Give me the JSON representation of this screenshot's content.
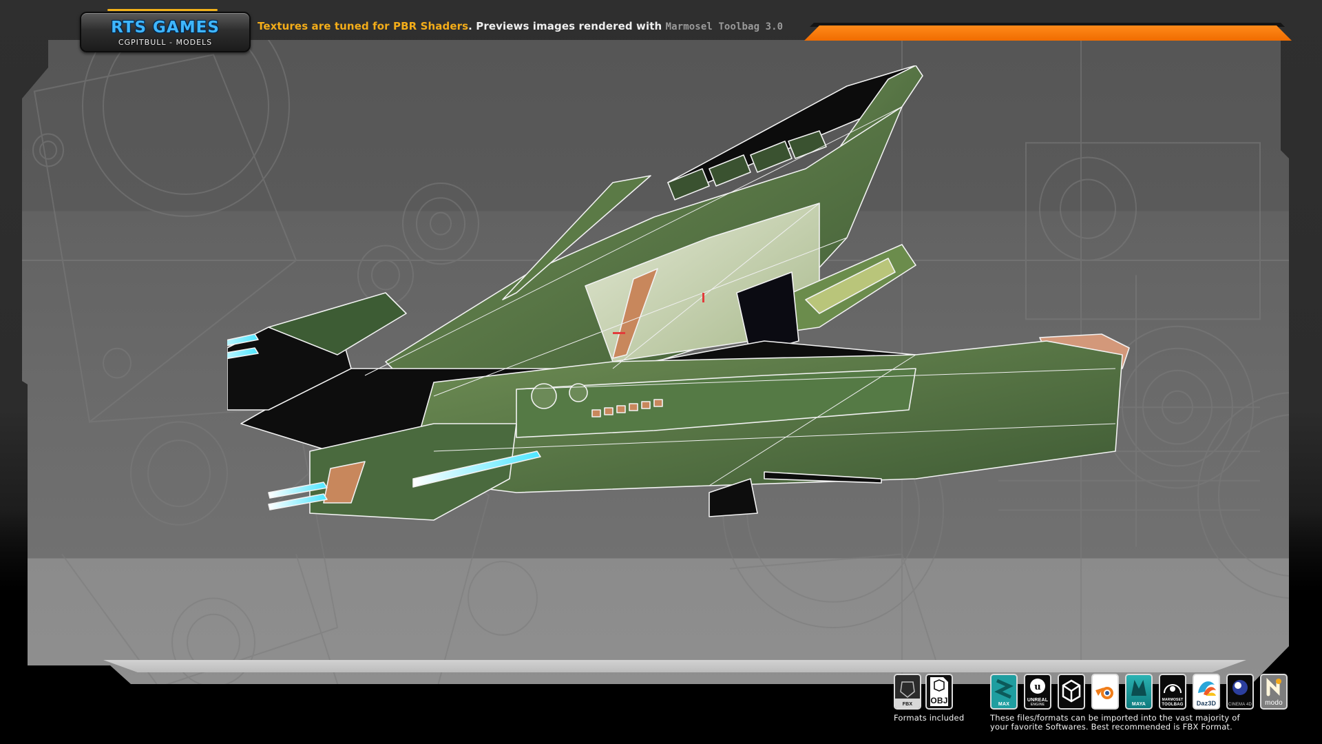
{
  "header": {
    "logo": {
      "title": "RTS GAMES",
      "subtitle": "CGPITBULL - MODELS"
    },
    "tagline": {
      "highlight": "Textures are tuned for PBR Shaders",
      "middle": ". Previews images rendered with ",
      "renderer": "Marmosel Toolbag 3.0"
    }
  },
  "colors": {
    "accent_orange": "#f47300",
    "highlight_yellow": "#f4ad19",
    "logo_blue": "#3fb6ff",
    "panel_gray": "#5a5a5a",
    "ship_green": "#4d6b3f",
    "ship_light": "#c9d3b6",
    "ship_copper": "#c8875c",
    "thruster_cyan": "#7ef7ff"
  },
  "preview": {
    "subject": "green sci-fi RTS spaceship with wireframe overlay"
  },
  "formats": {
    "items": [
      {
        "name": "fbx-format",
        "label": "FBX"
      },
      {
        "name": "obj-format",
        "label": "OBJ"
      }
    ],
    "caption": "Formats included"
  },
  "software": {
    "items": [
      {
        "name": "3ds-max",
        "label": "MAX"
      },
      {
        "name": "unreal-engine",
        "label": "UNREAL",
        "sublabel": "ENGINE"
      },
      {
        "name": "unity",
        "label": ""
      },
      {
        "name": "blender",
        "label": ""
      },
      {
        "name": "maya",
        "label": "MAYA"
      },
      {
        "name": "marmoset-toolbag",
        "label": "MARMOSET",
        "sublabel": "TOOLBAG"
      },
      {
        "name": "daz3d",
        "label": "Daz3D"
      },
      {
        "name": "cinema4d",
        "label": "CINEMA 4D"
      },
      {
        "name": "modo",
        "label": "modo"
      }
    ],
    "caption_line1": "These files/formats can be imported into the vast majority of",
    "caption_line2": "your favorite Softwares. Best recommended is FBX Format."
  }
}
